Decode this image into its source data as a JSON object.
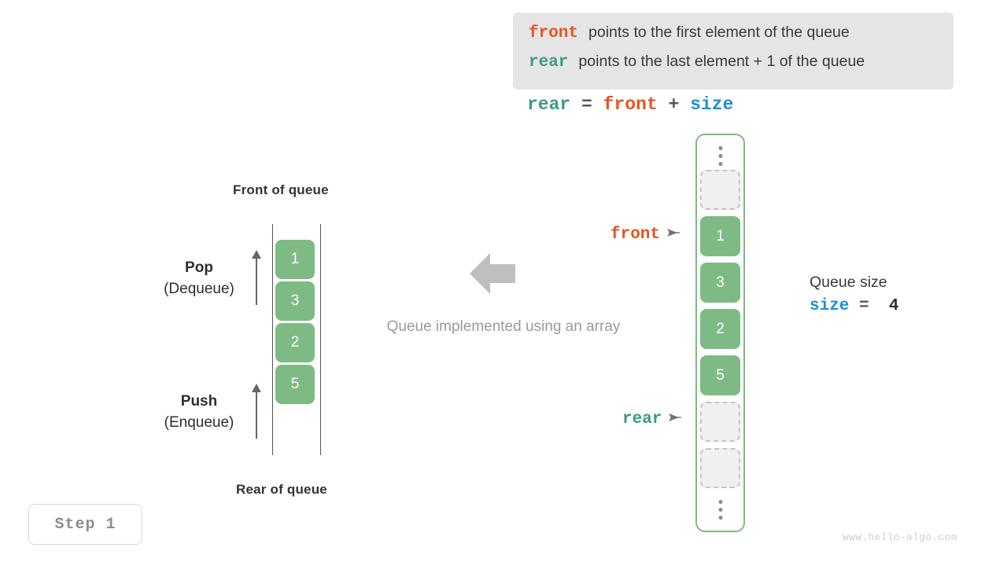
{
  "legend": {
    "lines": [
      {
        "key": "front",
        "key_color": "#ec5121",
        "text": "points to the first element of the queue"
      },
      {
        "key": "rear",
        "key_color": "#3d9a86",
        "text": "points to the last element + 1 of the queue"
      }
    ]
  },
  "formula": {
    "rear": "rear",
    "equals": "=",
    "front": "front",
    "plus": "+",
    "size": "size"
  },
  "left_diagram": {
    "front_heading": "Front of queue",
    "rear_heading": "Rear of queue",
    "pop": {
      "main": "Pop",
      "sub": "(Dequeue)"
    },
    "push": {
      "main": "Push",
      "sub": "(Enqueue)"
    },
    "cells": [
      "1",
      "3",
      "2",
      "5"
    ]
  },
  "center": {
    "caption": "Queue implemented using an array",
    "arrow_direction": "left",
    "arrow_color": "#bfbfbf"
  },
  "array": {
    "border_color": "#7ebb84",
    "fill_color": "#7ebb84",
    "empty_fill": "#f0f0f0",
    "slots": [
      {
        "type": "dots"
      },
      {
        "type": "empty",
        "value": ""
      },
      {
        "type": "filled",
        "value": "1"
      },
      {
        "type": "filled",
        "value": "3"
      },
      {
        "type": "filled",
        "value": "2"
      },
      {
        "type": "filled",
        "value": "5"
      },
      {
        "type": "empty",
        "value": ""
      },
      {
        "type": "empty",
        "value": ""
      },
      {
        "type": "dots"
      }
    ],
    "pointers": [
      {
        "name": "front",
        "color": "#ec5121",
        "target_value": "1"
      },
      {
        "name": "rear",
        "color": "#3d9a86",
        "target_value": ""
      }
    ]
  },
  "size_info": {
    "title": "Queue size",
    "key": "size",
    "equals": "=",
    "value": "4"
  },
  "step_badge": "Step 1",
  "watermark": "www.hello-algo.com"
}
